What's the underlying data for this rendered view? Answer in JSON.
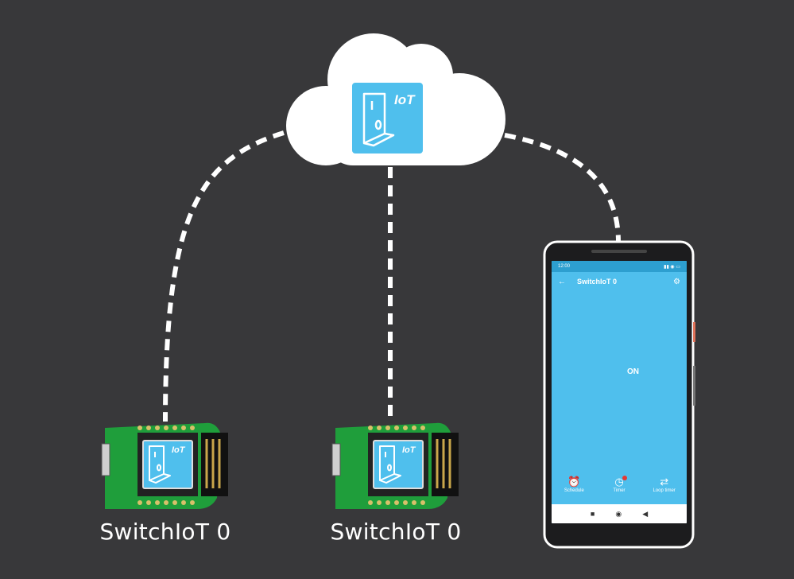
{
  "nodes": {
    "cloud": {
      "badge_text": "IoT"
    },
    "board_left": {
      "badge_text": "IoT",
      "label": "SwitchIoT 0"
    },
    "board_center": {
      "badge_text": "IoT",
      "label": "SwitchIoT 0"
    },
    "phone": {
      "status_time": "12:00",
      "status_right": "▮▮ ◉ ▭",
      "app_title": "SwitchIoT 0",
      "switch_state": "ON",
      "tabs": [
        {
          "label": "Schedule",
          "icon": "alarm-clock-icon"
        },
        {
          "label": "Timer",
          "icon": "stopwatch-icon"
        },
        {
          "label": "Loop timer",
          "icon": "repeat-icon"
        }
      ],
      "nav": {
        "recents": "■",
        "home": "◉",
        "back": "◀"
      }
    }
  },
  "edges": [
    {
      "from": "cloud",
      "to": "board_left",
      "style": "dashed"
    },
    {
      "from": "cloud",
      "to": "board_center",
      "style": "dashed"
    },
    {
      "from": "cloud",
      "to": "phone",
      "style": "dashed"
    }
  ],
  "colors": {
    "background": "#38383a",
    "cloud": "#ffffff",
    "accent_blue": "#4fbfed",
    "pcb_green": "#1f9e3b",
    "connector": "#ffffff"
  }
}
